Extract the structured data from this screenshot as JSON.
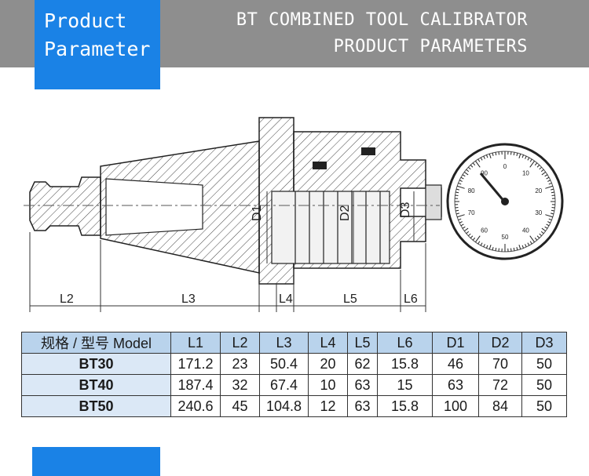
{
  "header": {
    "tag_line1": "Product",
    "tag_line2": "Parameter",
    "title_line1": "BT COMBINED TOOL CALIBRATOR",
    "title_line2": "PRODUCT PARAMETERS"
  },
  "drawing": {
    "labels": {
      "L2": "L2",
      "L3": "L3",
      "L4": "L4",
      "L5": "L5",
      "L6": "L6",
      "D1": "D1",
      "D2": "D2",
      "D3": "D3"
    },
    "dial_scale": [
      "0",
      "10",
      "20",
      "30",
      "40",
      "50",
      "60",
      "70",
      "80",
      "90"
    ]
  },
  "table": {
    "headers": [
      "规格 / 型号  Model",
      "L1",
      "L2",
      "L3",
      "L4",
      "L5",
      "L6",
      "D1",
      "D2",
      "D3"
    ],
    "rows": [
      [
        "BT30",
        "171.2",
        "23",
        "50.4",
        "20",
        "62",
        "15.8",
        "46",
        "70",
        "50"
      ],
      [
        "BT40",
        "187.4",
        "32",
        "67.4",
        "10",
        "63",
        "15",
        "63",
        "72",
        "50"
      ],
      [
        "BT50",
        "240.6",
        "45",
        "104.8",
        "12",
        "63",
        "15.8",
        "100",
        "84",
        "50"
      ]
    ]
  },
  "colors": {
    "header_band": "#8e8e8e",
    "accent_blue": "#1a82e6",
    "table_header": "#b9d3ec",
    "model_cell": "#dbe8f6"
  }
}
